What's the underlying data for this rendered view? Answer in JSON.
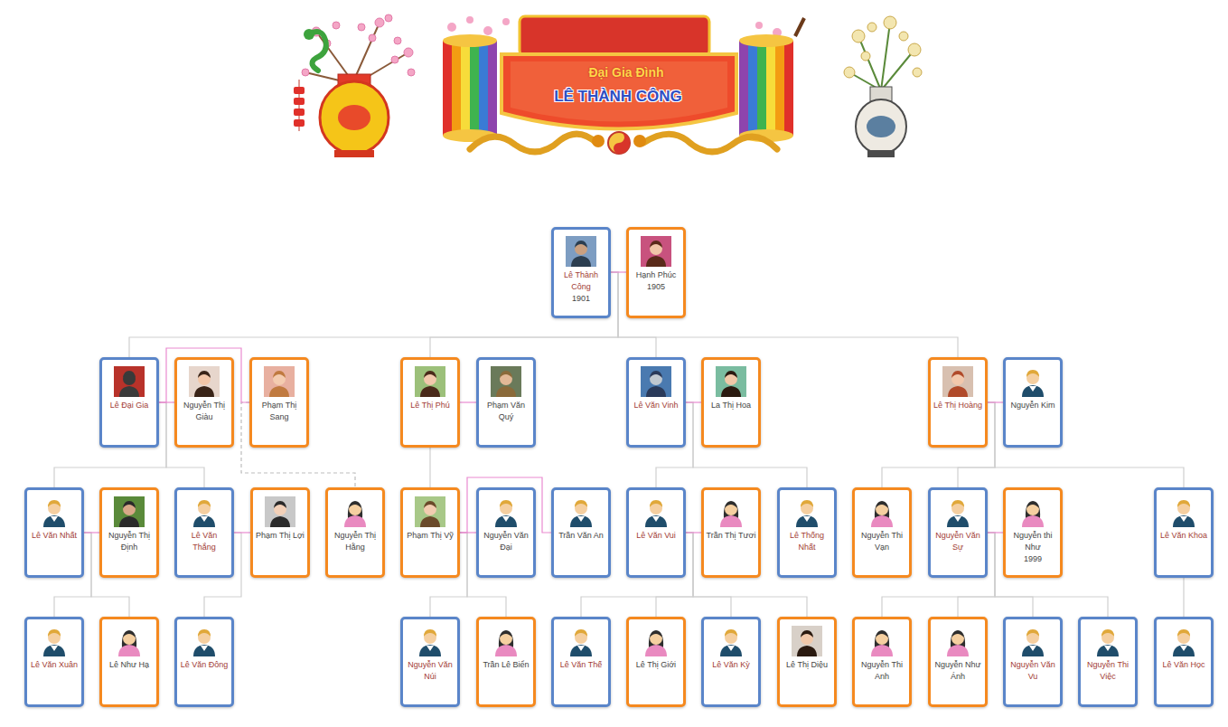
{
  "diagram": {
    "title": "Đại Gia Đình",
    "nodes": [
      {
        "text": [
          "Lê Thành Công",
          "1901"
        ]
      },
      {
        "text": [
          "Hạnh Phúc",
          "1905"
        ]
      },
      {
        "text": [
          "Lê Đại Gia"
        ]
      },
      {
        "text": [
          "Nguyễn Thị Giàu"
        ]
      },
      {
        "text": [
          "Phạm Thị Sang"
        ]
      },
      {
        "text": [
          "Lê Thị Phú"
        ]
      },
      {
        "text": [
          "Phạm Văn Quý"
        ]
      },
      {
        "text": [
          "Lê Văn Vinh"
        ]
      },
      {
        "text": [
          "La Thị Hoa"
        ]
      },
      {
        "text": [
          "Lê Thị Hoàng"
        ]
      },
      {
        "text": [
          "Nguyễn Kim"
        ]
      },
      {
        "text": [
          "Lê Văn Nhất"
        ]
      },
      {
        "text": [
          "Nguyễn Thị Định"
        ]
      },
      {
        "text": [
          "Lê Văn Thắng"
        ]
      },
      {
        "text": [
          "Phạm Thị Lợi"
        ]
      },
      {
        "text": [
          "Nguyễn Thị Hằng"
        ]
      },
      {
        "text": [
          "Phạm Thị Vỹ"
        ]
      },
      {
        "text": [
          "Nguyễn Văn Đại"
        ]
      },
      {
        "text": [
          "Trần Văn An"
        ]
      },
      {
        "text": [
          "Lê Văn Vui"
        ]
      },
      {
        "text": [
          "Trần Thị Tươi"
        ]
      },
      {
        "text": [
          "Lê Thống Nhất"
        ]
      },
      {
        "text": [
          "Nguyễn Thi Vạn"
        ]
      },
      {
        "text": [
          "Nguyễn Văn Sự"
        ]
      },
      {
        "text": [
          "Nguyễn thi Như",
          "1999"
        ]
      },
      {
        "text": [
          "Lê Văn Khoa"
        ]
      },
      {
        "text": [
          "Lê Văn Xuân"
        ]
      },
      {
        "text": [
          "Lê Như Hạ"
        ]
      },
      {
        "text": [
          "Lê Văn Đông"
        ]
      },
      {
        "text": [
          "Nguyễn Văn Núi"
        ]
      },
      {
        "text": [
          "Trần Lê Biển"
        ]
      },
      {
        "text": [
          "Lê Văn Thế"
        ]
      },
      {
        "text": [
          "Lê Thị Giới"
        ]
      },
      {
        "text": [
          "Lê Văn Kỳ"
        ]
      },
      {
        "text": [
          "Lê Thị Diệu"
        ]
      },
      {
        "text": [
          "Nguyễn Thi Anh"
        ]
      },
      {
        "text": [
          "Nguyễn Như Ánh"
        ]
      },
      {
        "text": [
          "Nguyễn Văn Vu"
        ]
      },
      {
        "text": [
          "Nguyễn Thi Việc"
        ]
      },
      {
        "text": [
          "Lê Văn Học"
        ]
      }
    ],
    "edges": [
      {
        "from": 0,
        "to": 1,
        "arrow": "none"
      },
      {
        "from": 0,
        "to": 2,
        "arrow": "none"
      },
      {
        "from": 0,
        "to": 5,
        "arrow": "none"
      },
      {
        "from": 0,
        "to": 7,
        "arrow": "none"
      },
      {
        "from": 0,
        "to": 9,
        "arrow": "none"
      },
      {
        "from": 2,
        "to": 3,
        "arrow": "none"
      },
      {
        "from": 2,
        "to": 4,
        "arrow": "none"
      },
      {
        "from": 5,
        "to": 6,
        "arrow": "none"
      },
      {
        "from": 7,
        "to": 8,
        "arrow": "none"
      },
      {
        "from": 9,
        "to": 10,
        "arrow": "none"
      },
      {
        "from": 2,
        "to": 11,
        "arrow": "none"
      },
      {
        "from": 2,
        "to": 13,
        "arrow": "none"
      },
      {
        "from": 4,
        "to": 15,
        "arrow": "none"
      },
      {
        "from": 5,
        "to": 16,
        "arrow": "none"
      },
      {
        "from": 7,
        "to": 19,
        "arrow": "none"
      },
      {
        "from": 7,
        "to": 21,
        "arrow": "none"
      },
      {
        "from": 9,
        "to": 22,
        "arrow": "none"
      },
      {
        "from": 9,
        "to": 23,
        "arrow": "none"
      },
      {
        "from": 9,
        "to": 25,
        "arrow": "none"
      },
      {
        "from": 11,
        "to": 12,
        "arrow": "none"
      },
      {
        "from": 13,
        "to": 14,
        "arrow": "none"
      },
      {
        "from": 16,
        "to": 17,
        "arrow": "none"
      },
      {
        "from": 16,
        "to": 18,
        "arrow": "none"
      },
      {
        "from": 19,
        "to": 20,
        "arrow": "none"
      },
      {
        "from": 23,
        "to": 24,
        "arrow": "none"
      },
      {
        "from": 11,
        "to": 26,
        "arrow": "none"
      },
      {
        "from": 11,
        "to": 27,
        "arrow": "none"
      },
      {
        "from": 13,
        "to": 28,
        "arrow": "none"
      },
      {
        "from": 16,
        "to": 29,
        "arrow": "none"
      },
      {
        "from": 16,
        "to": 30,
        "arrow": "none"
      },
      {
        "from": 19,
        "to": 31,
        "arrow": "none"
      },
      {
        "from": 19,
        "to": 32,
        "arrow": "none"
      },
      {
        "from": 19,
        "to": 33,
        "arrow": "none"
      },
      {
        "from": 19,
        "to": 34,
        "arrow": "none"
      },
      {
        "from": 23,
        "to": 35,
        "arrow": "none"
      },
      {
        "from": 23,
        "to": 36,
        "arrow": "none"
      },
      {
        "from": 23,
        "to": 37,
        "arrow": "none"
      },
      {
        "from": 23,
        "to": 38,
        "arrow": "none"
      },
      {
        "from": 25,
        "to": 39,
        "arrow": "none"
      }
    ],
    "labels": [
      "LÊ THÀNH CÔNG"
    ]
  }
}
